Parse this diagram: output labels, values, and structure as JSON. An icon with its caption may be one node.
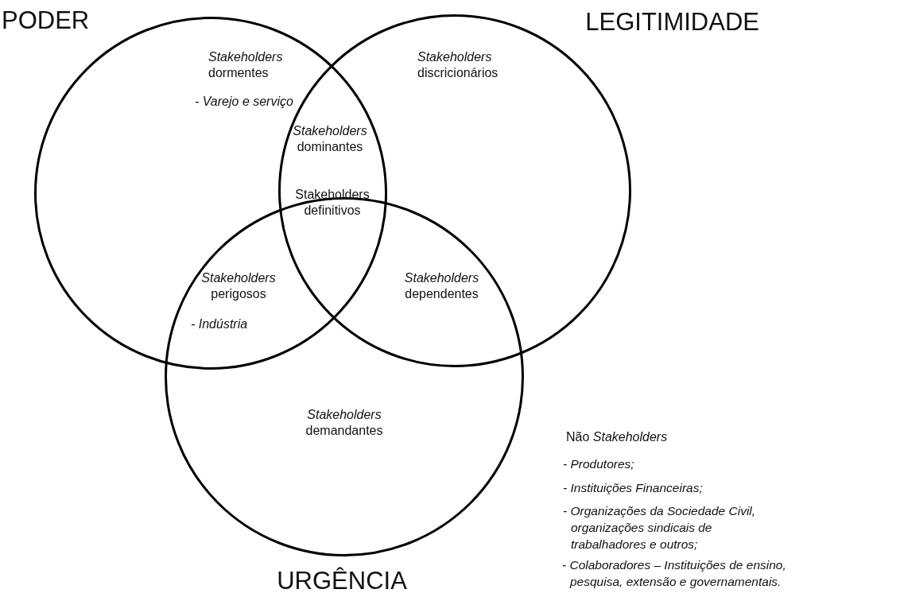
{
  "diagram": {
    "nodes": [
      {
        "text": [
          "PODER"
        ]
      },
      {
        "text": [
          "LEGITIMIDADE"
        ]
      },
      {
        "text": [
          "URGÊNCIA"
        ]
      }
    ],
    "labels": [
      "*Stakeholders* dormentes",
      "- Varejo e serviço",
      "*Stakeholders* discricionários",
      "*Stakeholders* dominantes",
      "Stakeholders definitivos",
      "*Stakeholders* perigosos",
      "- Indústria",
      "*Stakeholders* dependentes",
      "*Stakeholders* demandantes",
      "Não *Stakeholders*",
      "- Produtores;",
      "- Instituições Financeiras;",
      "- Organizações da Sociedade Civil, organizações sindicais de trabalhadores e outros;",
      "- Colaboradores – Instituições de ensino, pesquisa, extensão e governamentais."
    ]
  }
}
